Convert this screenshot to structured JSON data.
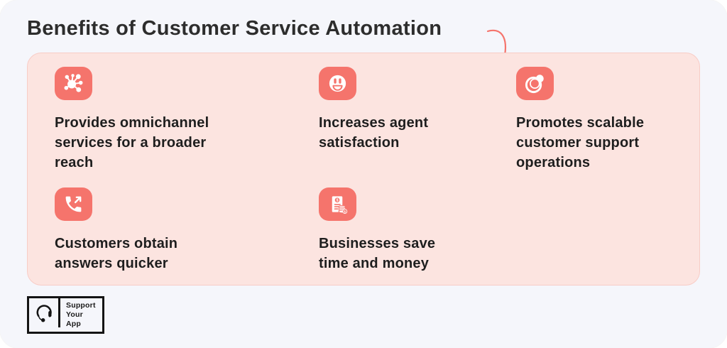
{
  "title": "Benefits of Customer Service Automation",
  "colors": {
    "background": "#f5f6fb",
    "panel": "#fce4e0",
    "panel_border": "#f8ccc6",
    "accent_tile": "#f5746c",
    "title_text": "#2d2d2d",
    "body_text": "#1e1e1e",
    "arrow": "#f5746c",
    "logo_border": "#141414"
  },
  "cards": [
    {
      "icon": "network-hub-icon",
      "text": "Provides omnichannel services for a broader reach"
    },
    {
      "icon": "smiley-face-icon",
      "text": "Increases agent satisfaction"
    },
    {
      "icon": "overlapping-circles-icon",
      "text": "Promotes scalable customer support operations"
    },
    {
      "icon": "outgoing-call-icon",
      "text": "Customers obtain answers quicker"
    },
    {
      "icon": "invoice-coins-icon",
      "text": "Businesses save time and money"
    }
  ],
  "logo": {
    "icon": "headset-icon",
    "line1": "Support",
    "line2": "Your",
    "line3": "App"
  }
}
